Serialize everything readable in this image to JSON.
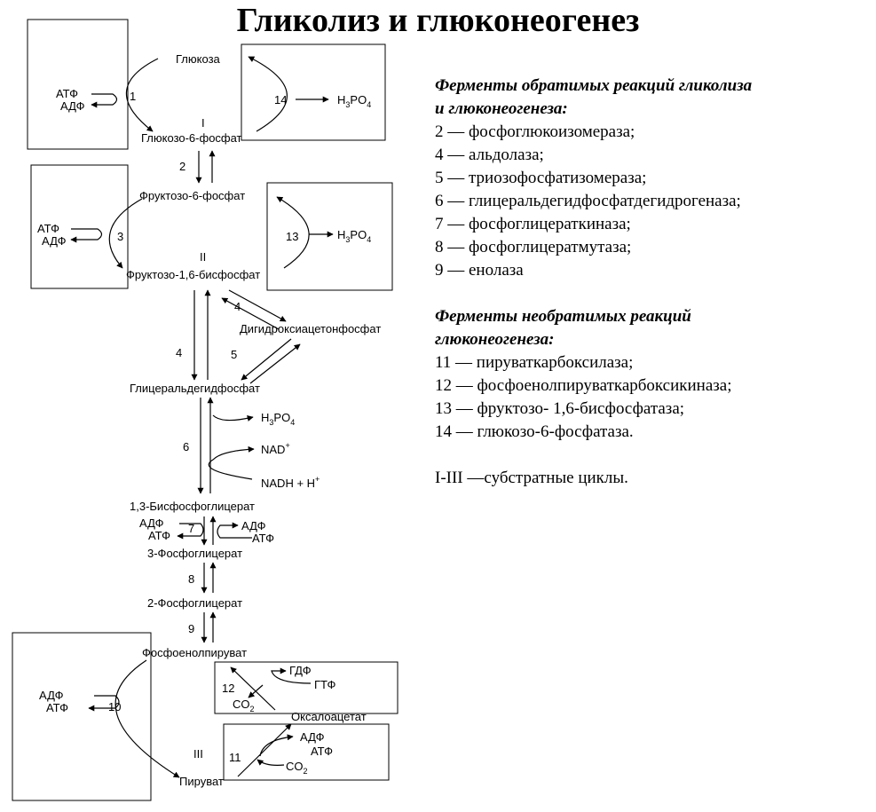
{
  "title": "Гликолиз и глюконеогенез",
  "metabolites": {
    "glucose": "Глюкоза",
    "g6p": "Глюкозо-6-фосфат",
    "f6p": "Фруктозо-6-фосфат",
    "f16bp": "Фруктозо-1,6-бисфосфат",
    "dhap": "Дигидроксиацетонфосфат",
    "gap": "Глицеральдегидфосфат",
    "bpg13": "1,3-Бисфосфоглицерат",
    "pg3": "3-Фосфоглицерат",
    "pg2": "2-Фосфоглицерат",
    "pep": "Фосфоенолпируват",
    "oaa": "Оксалоацетат",
    "pyruvate": "Пируват"
  },
  "cofactors": {
    "atp": "АТФ",
    "adp": "АДФ",
    "gdp": "ГДФ",
    "gtp": "ГТФ",
    "nad": "NAD",
    "nad_sup": "+",
    "nadh": "NADH + H",
    "nadh_sup": "+",
    "h": "H",
    "h_sub": "3",
    "po": "PO",
    "po_sub": "4",
    "co": "CO",
    "co_sub": "2"
  },
  "enzyme_numbers": {
    "e1": "1",
    "e2": "2",
    "e3": "3",
    "e4a": "4",
    "e4b": "4",
    "e5": "5",
    "e6": "6",
    "e7": "7",
    "e8": "8",
    "e9": "9",
    "e10": "10",
    "e11": "11",
    "e12": "12",
    "e13": "13",
    "e14": "14"
  },
  "cycles": {
    "c1": "I",
    "c2": "II",
    "c3": "III"
  },
  "legend": {
    "reversible_header_1": "Ферменты обратимых реакций гликолиза",
    "reversible_header_2": "и глюконеогенеза:",
    "reversible_items": [
      "2 — фосфоглюкоизомераза;",
      "4 — альдолаза;",
      "5 — триозофосфатизомераза;",
      "6 — глицеральдегидфосфатдегидрогеназа;",
      "7 — фосфоглицераткиназа;",
      "8 — фосфоглицератмутаза;",
      "9 — енолаза"
    ],
    "irreversible_header_1": "Ферменты необратимых реакций",
    "irreversible_header_2": "глюконеогенеза:",
    "irreversible_items": [
      "11 — пируваткарбоксилаза;",
      "12 — фосфоенолпируваткарбоксикиназа;",
      "13 — фруктозо- 1,6-бисфосфатаза;",
      "14 — глюкозо-6-фосфатаза."
    ],
    "cycles_note": "I-III —субстратные циклы."
  }
}
